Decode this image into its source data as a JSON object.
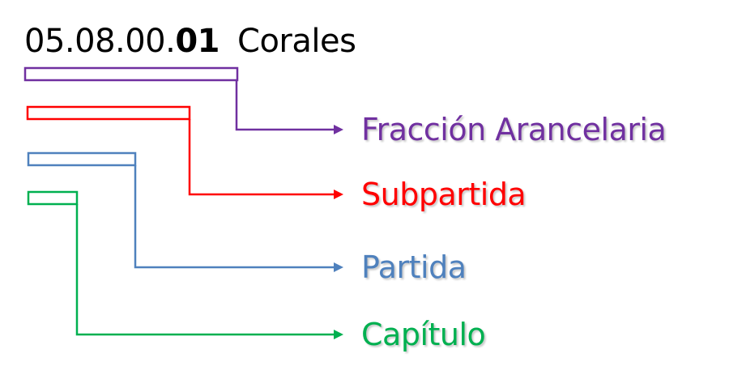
{
  "code": {
    "prefix": "05.08.00.",
    "suffix": "01",
    "description": "Corales"
  },
  "levels": [
    {
      "key": "fraccion",
      "label": "Fracción Arancelaria",
      "color": "#7030a0"
    },
    {
      "key": "subpartida",
      "label": "Subpartida",
      "color": "#ff0000"
    },
    {
      "key": "partida",
      "label": "Partida",
      "color": "#4f81bd"
    },
    {
      "key": "capitulo",
      "label": "Capítulo",
      "color": "#00b050"
    }
  ]
}
